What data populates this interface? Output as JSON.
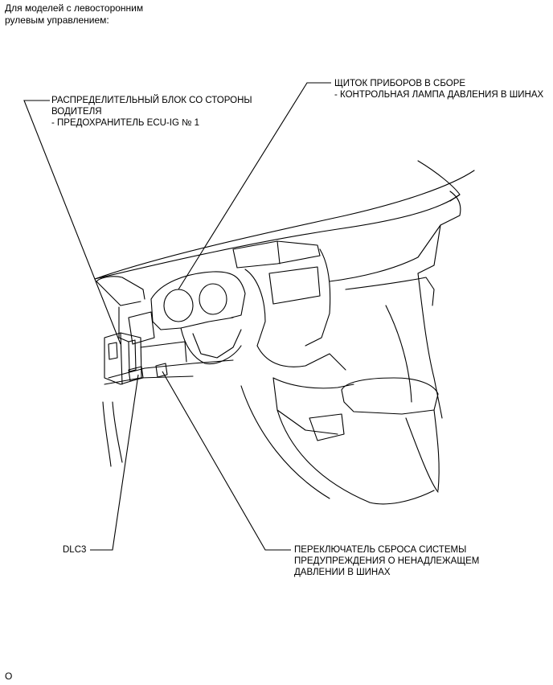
{
  "header": {
    "line1": "Для моделей с левосторонним",
    "line2": "рулевым управлением:"
  },
  "labels": {
    "junction_block": {
      "line1": "РАСПРЕДЕЛИТЕЛЬНЫЙ БЛОК СО СТОРОНЫ",
      "line2": "ВОДИТЕЛЯ",
      "line3": "- ПРЕДОХРАНИТЕЛЬ ECU-IG № 1"
    },
    "combination_meter": {
      "line1": "ЩИТОК ПРИБОРОВ В СБОРЕ",
      "line2": "- КОНТРОЛЬНАЯ ЛАМПА ДАВЛЕНИЯ В ШИНАХ"
    },
    "dlc3": "DLC3",
    "reset_switch": {
      "line1": "ПЕРЕКЛЮЧАТЕЛЬ СБРОСА СИСТЕМЫ",
      "line2": "ПРЕДУПРЕЖДЕНИЯ О НЕНАДЛЕЖАЩЕМ",
      "line3": "ДАВЛЕНИИ В ШИНАХ"
    }
  },
  "footer": {
    "code": "O"
  }
}
